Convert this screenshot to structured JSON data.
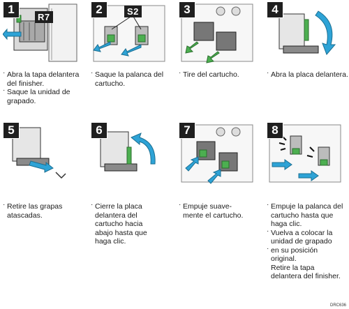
{
  "steps": [
    {
      "number": "1",
      "callout": "R7"
    },
    {
      "number": "2",
      "callout": "S2"
    },
    {
      "number": "3"
    },
    {
      "number": "4"
    },
    {
      "number": "5"
    },
    {
      "number": "6"
    },
    {
      "number": "7"
    },
    {
      "number": "8"
    }
  ],
  "captions": {
    "s1": {
      "a": "Abra la tapa delantera del finisher.",
      "b": "Saque la unidad de grapado."
    },
    "s2": {
      "a": "Saque la palanca del cartucho."
    },
    "s3": {
      "a": "Tire del cartucho."
    },
    "s4": {
      "a": "Abra la placa delantera."
    },
    "s5": {
      "a": "Retire las grapas atascadas."
    },
    "s6": {
      "a": "Cierre la placa delantera del cartucho hacia abajo hasta que haga clic."
    },
    "s7": {
      "a": "Empuje suave-mente el cartucho."
    },
    "s8": {
      "a": "Empuje la palanca del cartucho hasta que haga clic.",
      "b": "Vuelva a colocar la unidad de grapado",
      "c": "en su posición original.",
      "d": "Retire la tapa delantera del finisher."
    }
  },
  "figure_ref": "DRC636",
  "colors": {
    "accent_green": "#4caf50",
    "accent_blue": "#2ea3d6",
    "dark": "#1f1f1f"
  }
}
